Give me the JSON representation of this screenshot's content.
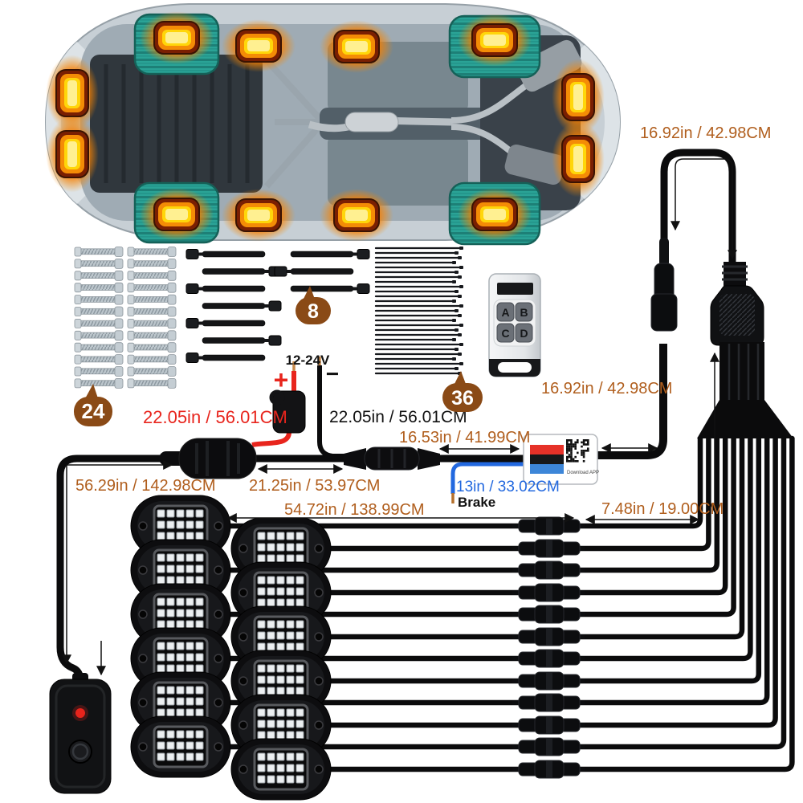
{
  "badges": {
    "screws_count": "24",
    "cables_count": "8",
    "zip_ties_count": "36"
  },
  "power": {
    "voltage": "12-24V",
    "positive": "+",
    "negative": "−"
  },
  "remote": {
    "button_a": "A",
    "button_b": "B",
    "button_c": "C",
    "button_d": "D"
  },
  "controller": {
    "qr_caption": "Download APP"
  },
  "measurements": {
    "loop_top": "16.92in / 42.98CM",
    "controller_to_riser": "16.92in / 42.98CM",
    "red_power_wire": "22.05in / 56.01CM",
    "black_power_wire": "22.05in / 56.01CM",
    "connector_to_controller": "16.53in / 41.99CM",
    "switch_wire": "56.29in / 142.98CM",
    "junction_to_connector": "21.25in / 53.97CM",
    "brake_wire": "13in / 33.02CM",
    "brake_label": "Brake",
    "pod_feed_wire": "54.72in / 138.99CM",
    "pigtail": "7.48in / 19.00CM"
  },
  "counts": {
    "rock_light_pods": 12,
    "chassis_lights": 12
  },
  "colors": {
    "measure_text": "#b05e1d",
    "red_accent": "#e8251d",
    "blue_accent": "#2268df",
    "badge_brown": "#8a4a16",
    "tire_teal": "#2aa396",
    "light_amber": "#ffb703"
  }
}
